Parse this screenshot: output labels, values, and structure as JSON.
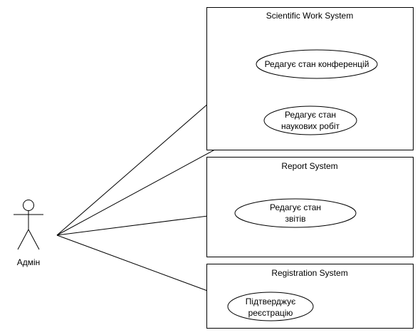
{
  "actor": {
    "name": "Адмін"
  },
  "systems": [
    {
      "title": "Scientific Work System",
      "use_cases": [
        {
          "lines": [
            "Редагує стан конференцій"
          ]
        },
        {
          "lines": [
            "Редагує стан",
            "наукових робіт"
          ]
        }
      ]
    },
    {
      "title": "Report System",
      "use_cases": [
        {
          "lines": [
            "Редагує стан",
            "звітів"
          ]
        }
      ]
    },
    {
      "title": "Registration System",
      "use_cases": [
        {
          "lines": [
            "Підтверджує",
            "реєстрацію"
          ]
        }
      ]
    }
  ]
}
